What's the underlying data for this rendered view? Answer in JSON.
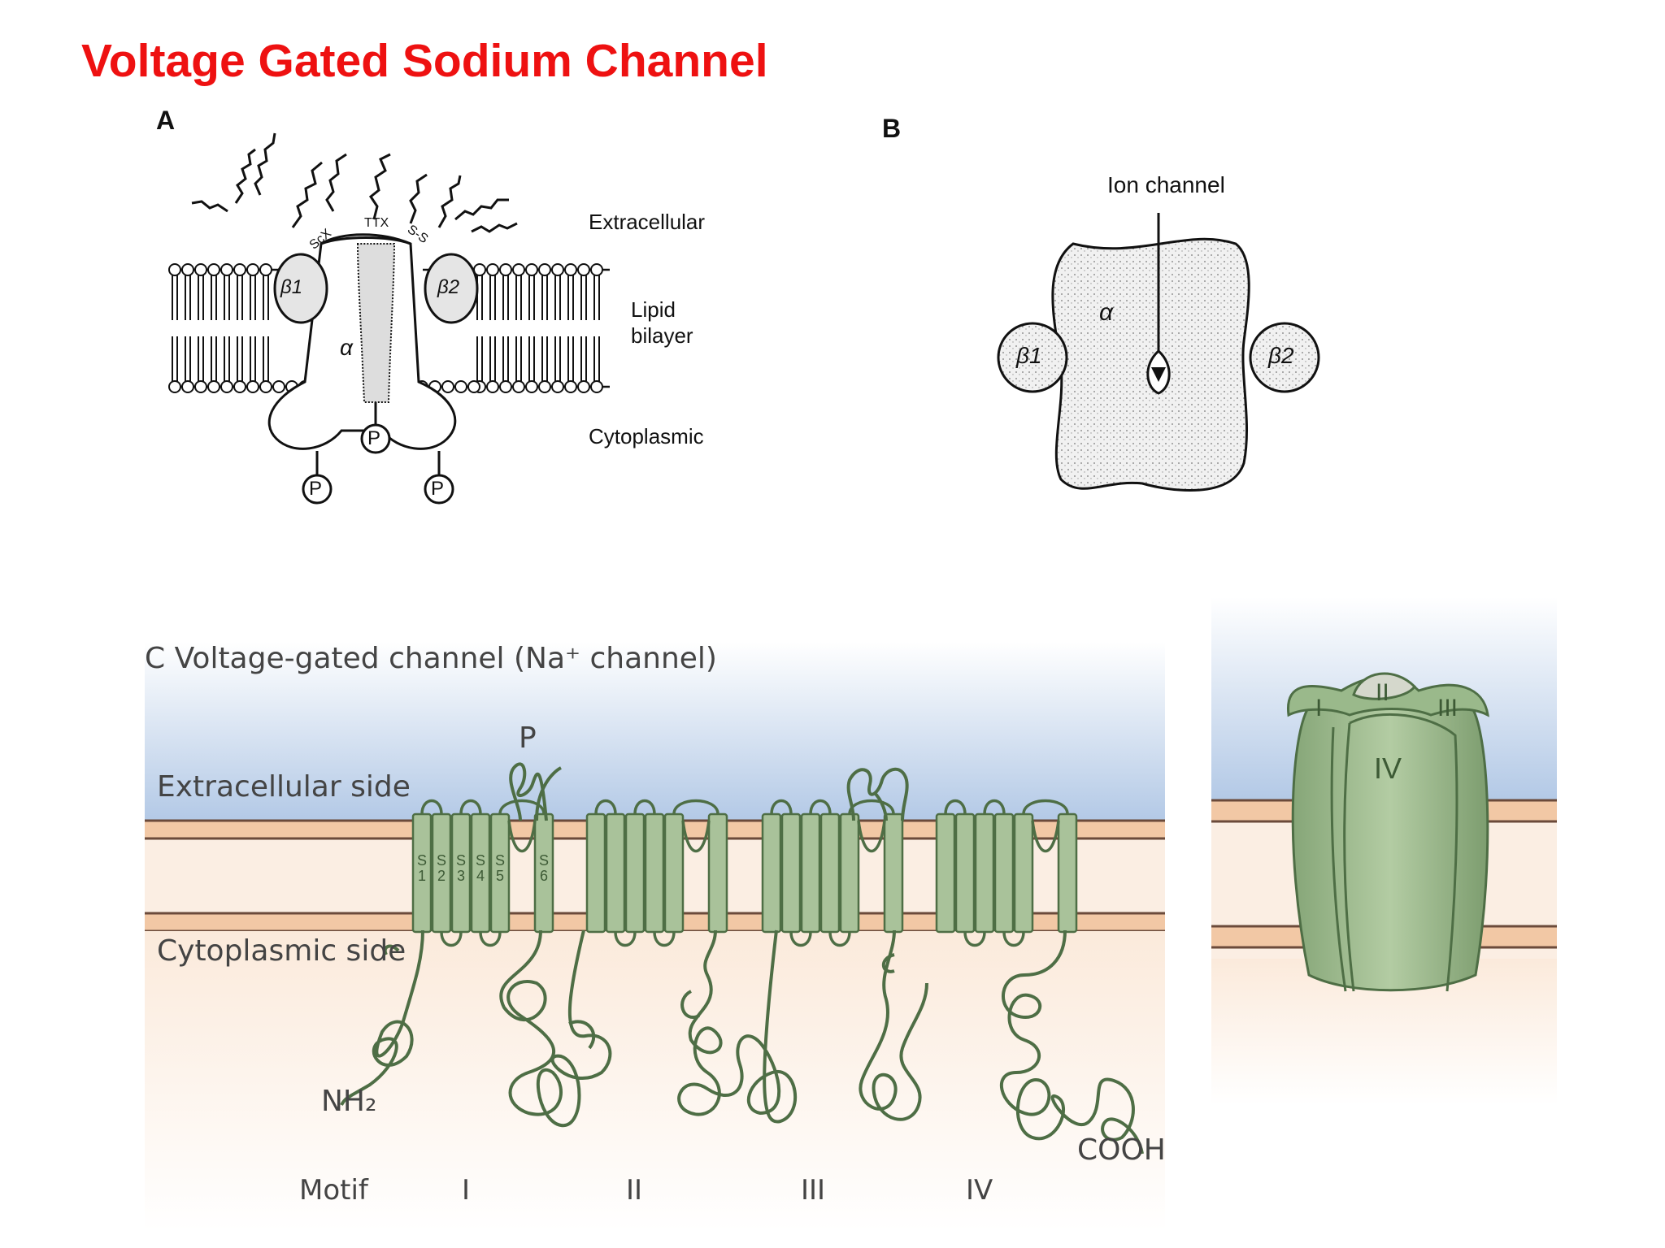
{
  "title": "Voltage Gated Sodium Channel",
  "panel_a": {
    "letter": "A",
    "extracellular": "Extracellular",
    "lipid_line1": "Lipid",
    "lipid_line2": "bilayer",
    "cytoplasmic": "Cytoplasmic",
    "alpha": "α",
    "beta1": "β1",
    "beta2": "β2",
    "scx": "ScX",
    "ttx": "TTX",
    "ss": "S-S",
    "p": "P"
  },
  "panel_b": {
    "letter": "B",
    "ion_channel": "Ion channel",
    "alpha": "α",
    "beta1": "β1",
    "beta2": "β2"
  },
  "panel_c": {
    "caption": "C  Voltage-gated channel (Na⁺ channel)",
    "extracellular_side": "Extracellular side",
    "cytoplasmic_side": "Cytoplasmic side",
    "p": "P",
    "nh2": "NH₂",
    "cooh": "COOH",
    "segments": [
      "S\n1",
      "S\n2",
      "S\n3",
      "S\n4",
      "S\n5",
      "S\n6"
    ],
    "motif_label": "Motif",
    "motifs": [
      "I",
      "II",
      "III",
      "IV"
    ],
    "domains_3d": [
      "I",
      "II",
      "III",
      "IV"
    ]
  },
  "colors": {
    "title": "#ee1111",
    "helix_fill": "#a9c29a",
    "helix_stroke": "#4e6e45",
    "extracellular_band": "#b6cbe6",
    "cytoplasm_band": "#fbeee0",
    "membrane_line": "#6b4a3a"
  }
}
